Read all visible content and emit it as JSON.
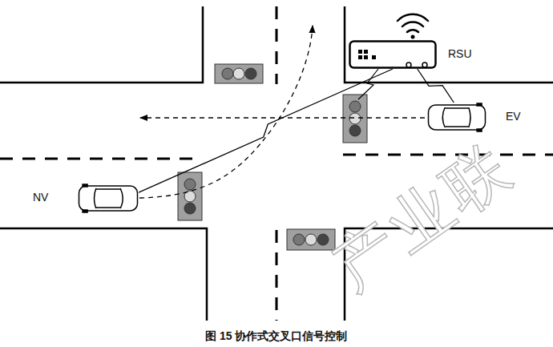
{
  "diagram": {
    "caption": "图 15 协作式交叉口信号控制",
    "nodes": [
      {
        "text": [
          "RSU"
        ]
      },
      {
        "text": [
          "EV"
        ]
      },
      {
        "text": [
          "NV"
        ]
      }
    ],
    "edges": [
      {
        "from": 0,
        "to": 1,
        "arrow": "none"
      },
      {
        "from": 0,
        "to": 2,
        "arrow": "none"
      }
    ],
    "labels": [
      "产业联"
    ]
  }
}
